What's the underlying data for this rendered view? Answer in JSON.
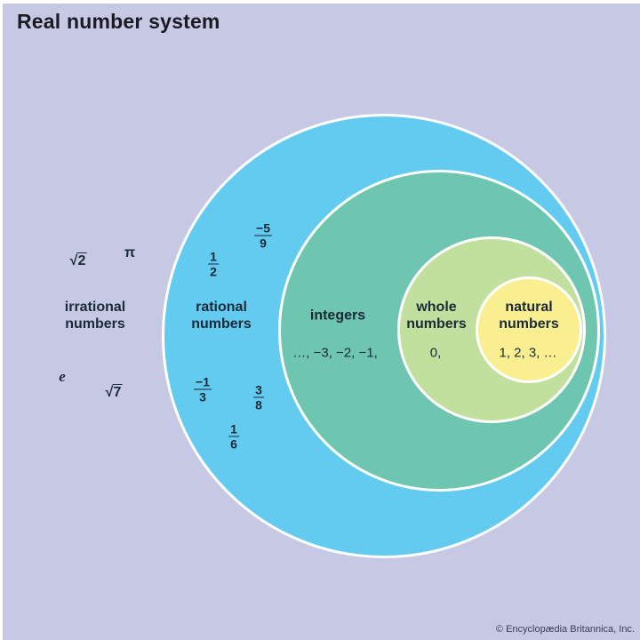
{
  "title": "Real number system",
  "copyright": "© Encyclopædia Britannica, Inc.",
  "colors": {
    "background": "#c7c9e4",
    "frame": "#ffffff",
    "rational_circle": "#63cbf0",
    "integers_circle": "#6ec5b0",
    "whole_circle": "#c1e09d",
    "natural_circle": "#f9ee90",
    "label_text": "#1b2a38",
    "title_text": "#1a1a24"
  },
  "sets": {
    "irrational": {
      "label_line1": "irrational",
      "label_line2": "numbers",
      "examples": {
        "sqrt2": {
          "radical": "√",
          "radicand": "2"
        },
        "pi": "π",
        "e": "e",
        "sqrt7": {
          "radical": "√",
          "radicand": "7"
        }
      }
    },
    "rational": {
      "label_line1": "rational",
      "label_line2": "numbers",
      "fractions": [
        {
          "num": "−5",
          "den": "9"
        },
        {
          "num": "1",
          "den": "2"
        },
        {
          "num": "−1",
          "den": "3"
        },
        {
          "num": "3",
          "den": "8"
        },
        {
          "num": "1",
          "den": "6"
        }
      ]
    },
    "integers": {
      "label": "integers",
      "examples": "…, −3, −2, −1,"
    },
    "whole": {
      "label_line1": "whole",
      "label_line2": "numbers",
      "examples": "0,"
    },
    "natural": {
      "label_line1": "natural",
      "label_line2": "numbers",
      "examples": "1, 2, 3, …"
    }
  }
}
